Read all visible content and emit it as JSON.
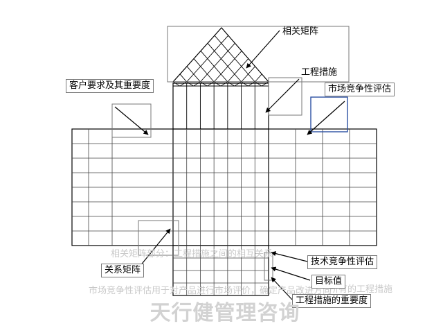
{
  "labels": {
    "correlation_matrix": "相关矩阵",
    "engineering_measures": "工程措施",
    "customer_requirements": "客户要求及其重要度",
    "market_competitiveness": "市场竞争性评估",
    "relationship_matrix": "关系矩阵",
    "technical_competitiveness": "技术竞争性评估",
    "target_value": "目标值",
    "measure_importance": "工程措施的重要度"
  },
  "background_text": {
    "line1": "相关矩阵部分：工程措施之间的相互关系",
    "line2": "市场竞争性评估用于对产品进行市场评价，确定产品改进方向",
    "line3": "所有的工程措施"
  },
  "watermark": "天行健管理咨询",
  "colors": {
    "line": "#000000",
    "grid": "#444444",
    "label_border": "#777777",
    "highlight": "#2b4fa3",
    "background_text": "#c9c9c9",
    "watermark": "#d2d2d2"
  }
}
